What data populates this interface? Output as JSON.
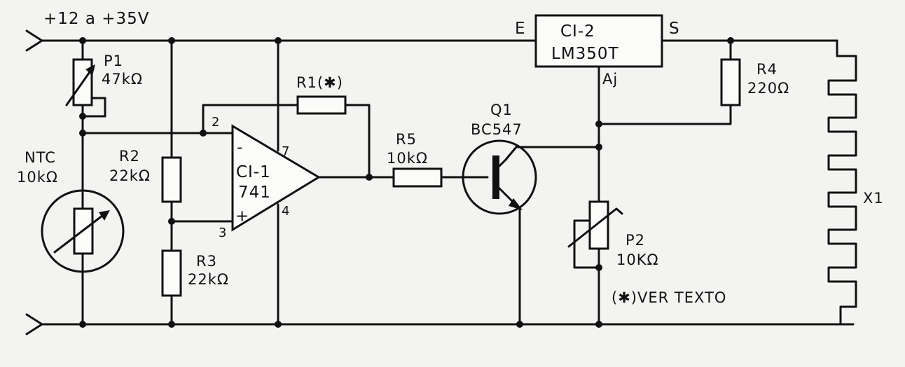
{
  "supply_label": "+12 a +35V",
  "ic2": {
    "ref": "CI-2",
    "part": "LM350T",
    "pin_in": "E",
    "pin_out": "S",
    "pin_adj": "Aj"
  },
  "p1": {
    "ref": "P1",
    "value": "47kΩ"
  },
  "ntc": {
    "ref": "NTC",
    "value": "10kΩ"
  },
  "r1": {
    "ref": "R1(✱)"
  },
  "r2": {
    "ref": "R2",
    "value": "22kΩ"
  },
  "r3": {
    "ref": "R3",
    "value": "22kΩ"
  },
  "r4": {
    "ref": "R4",
    "value": "220Ω"
  },
  "r5": {
    "ref": "R5",
    "value": "10kΩ"
  },
  "ic1": {
    "ref": "CI-1",
    "part": "741",
    "pin2": "2",
    "pin3": "3",
    "pin4": "4",
    "pin7": "7",
    "minus": "-",
    "plus": "+"
  },
  "q1": {
    "ref": "Q1",
    "part": "BC547"
  },
  "p2": {
    "ref": "P2",
    "value": "10KΩ"
  },
  "x1": {
    "ref": "X1"
  },
  "note": "(✱)VER TEXTO"
}
